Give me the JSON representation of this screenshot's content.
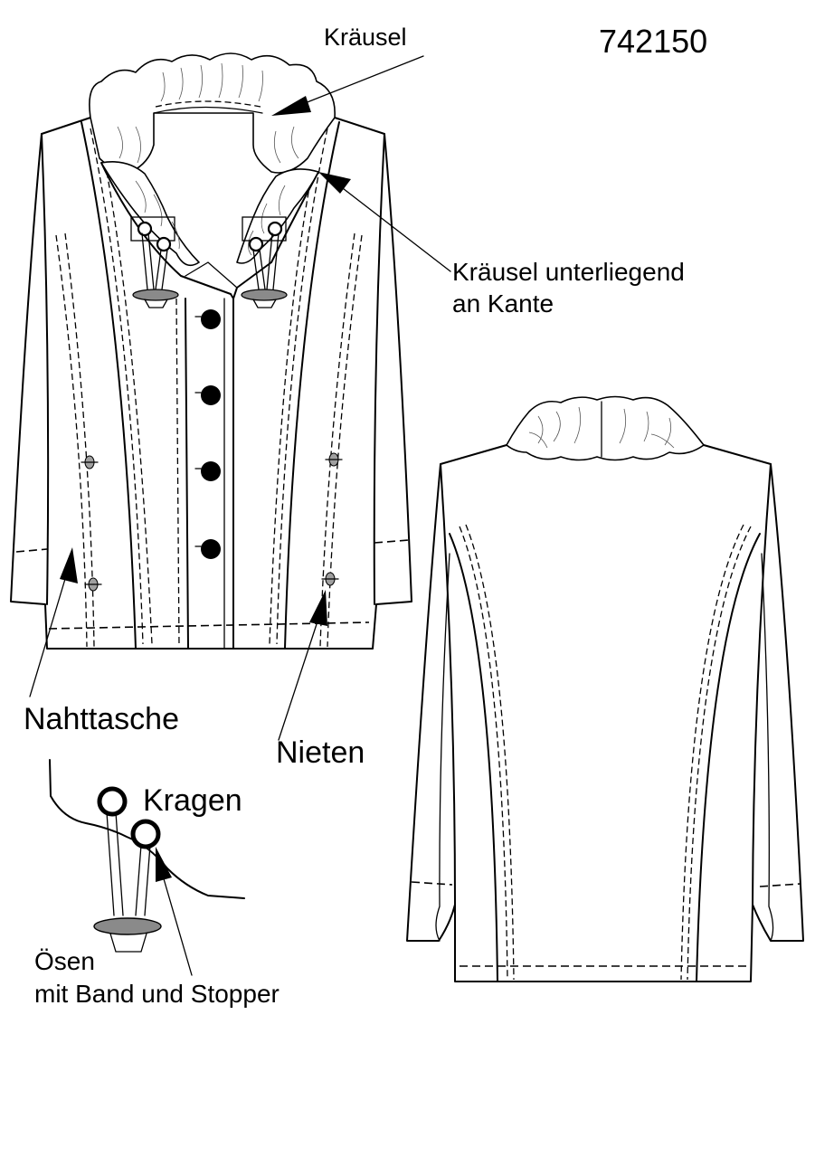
{
  "article_number": "742150",
  "labels": {
    "kraeusel": "Kräusel",
    "kraeusel_edge_line1": "Kräusel unterliegend",
    "kraeusel_edge_line2": "an Kante",
    "nahttasche": "Nahttasche",
    "nieten": "Nieten",
    "kragen": "Kragen",
    "oesen_line1": "Ösen",
    "oesen_line2": "mit Band und Stopper"
  },
  "colors": {
    "line": "#000000",
    "rivet": "#a0a0a0",
    "stopper": "#8a8a8a",
    "background": "#ffffff"
  }
}
